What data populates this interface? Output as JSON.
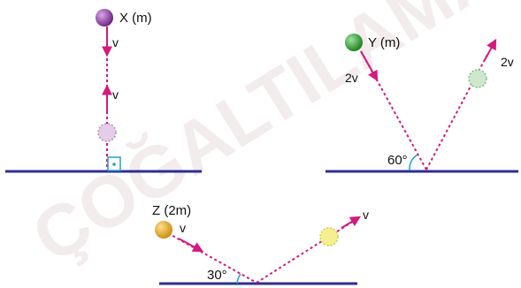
{
  "watermark": {
    "text": "ÇOĞALTILAMAZ",
    "color": "#f2ecec"
  },
  "colors": {
    "path": "#d4197f",
    "surface": "#2e2e8f",
    "angle_arc": "#1fa0c8"
  },
  "panel_x": {
    "ball_label": "X (m)",
    "down_velocity": "v",
    "up_velocity": "v",
    "right_angle_mark": "⊥",
    "ball_color": "#8a2f9e",
    "ghost_color": "#e3cde8"
  },
  "panel_y": {
    "ball_label": "Y (m)",
    "incoming_velocity": "2v",
    "outgoing_velocity": "2v",
    "angle": "60°",
    "ball_color": "#27a327",
    "ghost_color": "#cde8cd"
  },
  "panel_z": {
    "ball_label": "Z (2m)",
    "incoming_velocity": "v",
    "outgoing_velocity": "v",
    "angle": "30°",
    "ball_color": "#e5a81c",
    "ghost_color": "#f5ef90"
  }
}
